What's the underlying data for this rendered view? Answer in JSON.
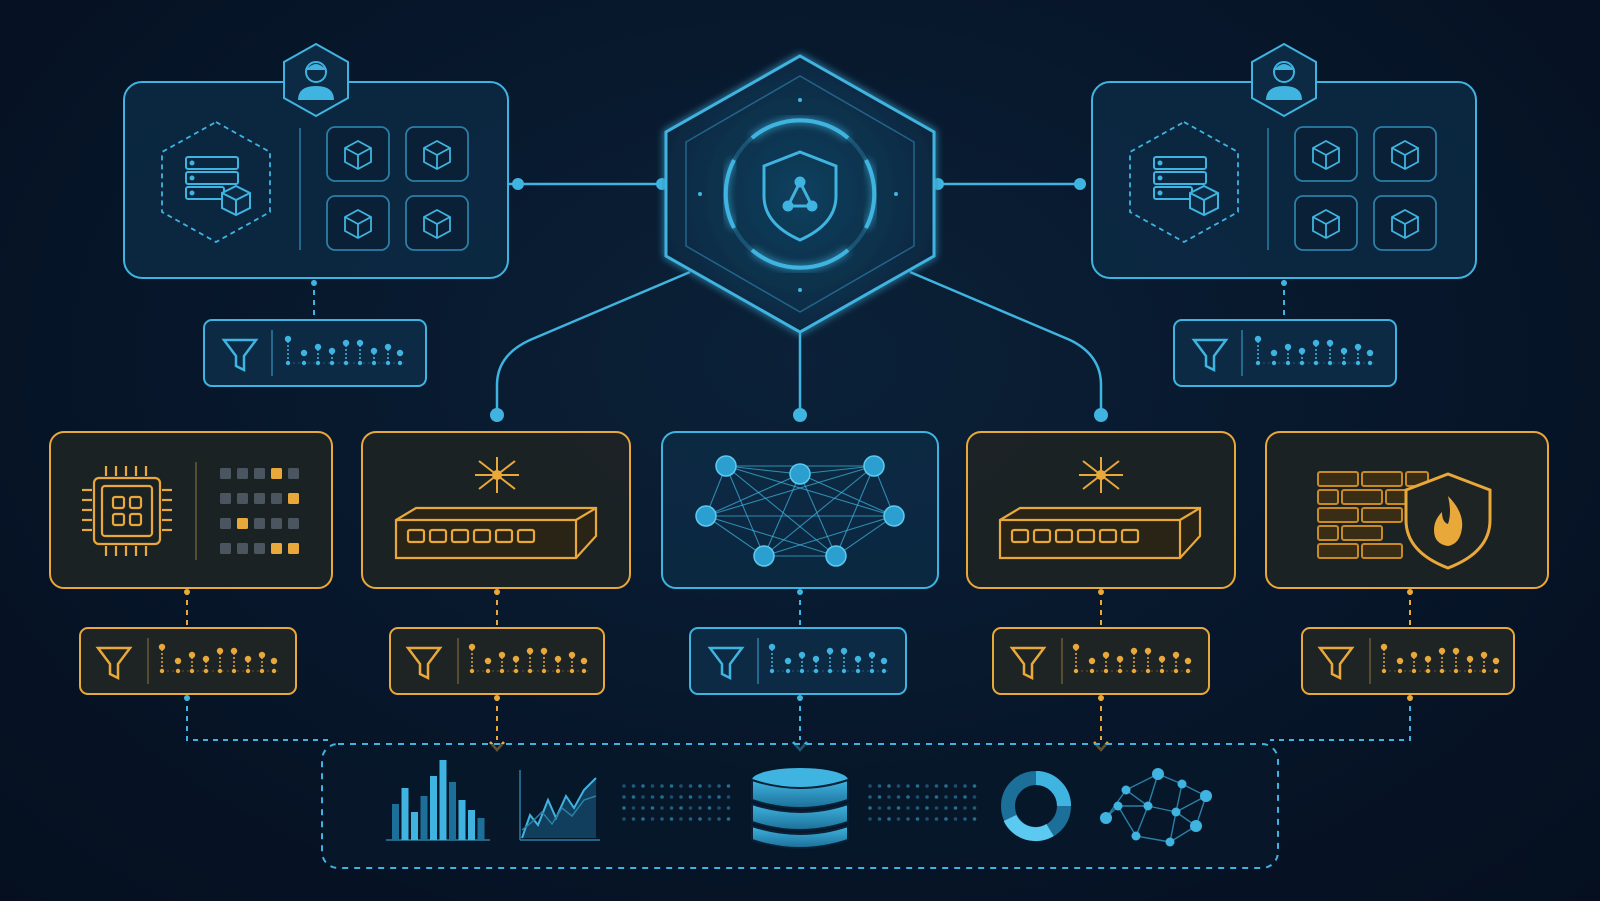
{
  "colors": {
    "background": "#07162a",
    "blue_line": "#3fb4e0",
    "blue_panel": "#0c2a44",
    "blue_dim": "#2b7ea6",
    "orange_line": "#e9a83a",
    "orange_panel": "#1e2324",
    "orange_fill": "#c98a24"
  },
  "nodes": {
    "top": [
      {
        "name": "cloud-cluster-left",
        "icon": "server-cube-icon",
        "avatar": "user-avatar-icon",
        "tiles": 4
      },
      {
        "name": "security-hub",
        "icon": "shield-network-icon"
      },
      {
        "name": "cloud-cluster-right",
        "icon": "server-cube-icon",
        "avatar": "user-avatar-icon",
        "tiles": 4
      }
    ],
    "middle": [
      {
        "name": "processor-node",
        "icon": "cpu-chip-icon",
        "theme": "orange"
      },
      {
        "name": "switch-node-left",
        "icon": "network-switch-icon",
        "theme": "orange"
      },
      {
        "name": "mesh-network-node",
        "icon": "mesh-network-icon",
        "theme": "blue"
      },
      {
        "name": "switch-node-right",
        "icon": "network-switch-icon",
        "theme": "orange"
      },
      {
        "name": "firewall-node",
        "icon": "firewall-icon",
        "theme": "orange"
      }
    ],
    "filters": [
      {
        "name": "filter-top-left",
        "icon": "funnel-icon",
        "theme": "blue"
      },
      {
        "name": "filter-top-right",
        "icon": "funnel-icon",
        "theme": "blue"
      },
      {
        "name": "filter-processor",
        "icon": "funnel-icon",
        "theme": "orange"
      },
      {
        "name": "filter-switch-left",
        "icon": "funnel-icon",
        "theme": "orange"
      },
      {
        "name": "filter-mesh",
        "icon": "funnel-icon",
        "theme": "blue"
      },
      {
        "name": "filter-switch-right",
        "icon": "funnel-icon",
        "theme": "orange"
      },
      {
        "name": "filter-firewall",
        "icon": "funnel-icon",
        "theme": "orange"
      }
    ],
    "storage": {
      "name": "data-lake",
      "items": [
        "bar-chart-icon",
        "area-chart-icon",
        "dot-matrix-icon",
        "database-icon",
        "dot-matrix-icon",
        "donut-chart-icon",
        "graph-network-icon"
      ]
    }
  }
}
